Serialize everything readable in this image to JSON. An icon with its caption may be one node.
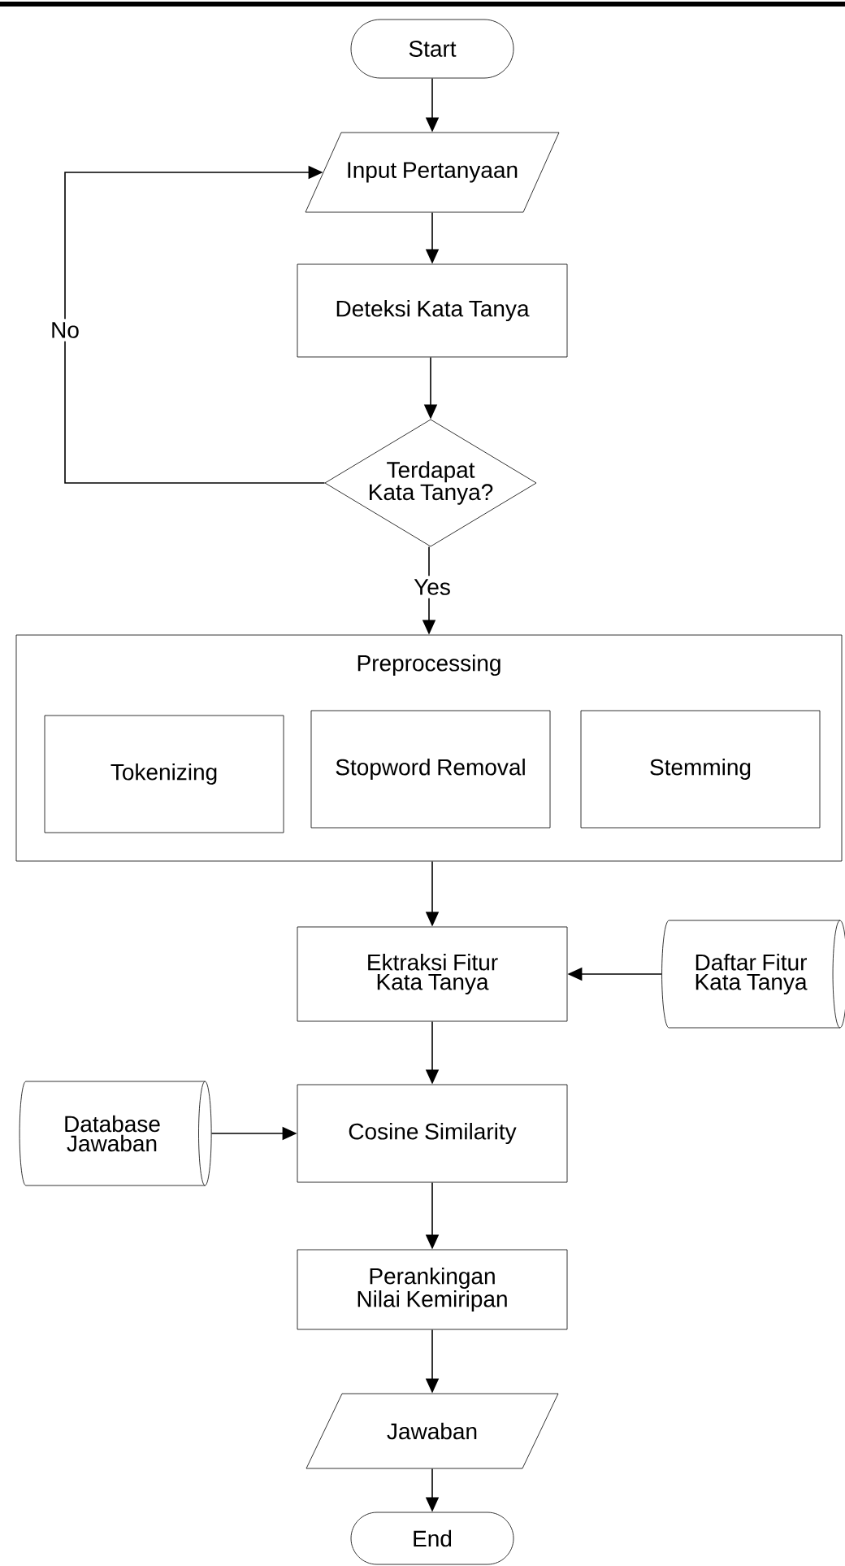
{
  "diagram": {
    "nodes": [
      {
        "text": [
          "Start"
        ]
      },
      {
        "text": [
          "Input Pertanyaan"
        ]
      },
      {
        "text": [
          "Deteksi Kata Tanya"
        ]
      },
      {
        "text": [
          "Terdapat Kata Tanya?"
        ]
      },
      {
        "text": [
          "Preprocessing"
        ]
      },
      {
        "text": [
          "Tokenizing"
        ],
        "in": 4
      },
      {
        "text": [
          "Stopword Removal"
        ],
        "in": 4
      },
      {
        "text": [
          "Stemming"
        ],
        "in": 4
      },
      {
        "text": [
          "Ektraksi Fitur Kata Tanya"
        ]
      },
      {
        "text": [
          "Daftar Fitur Kata Tanya"
        ]
      },
      {
        "text": [
          "Database Jawaban"
        ]
      },
      {
        "text": [
          "Cosine Similarity"
        ]
      },
      {
        "text": [
          "Perankingan Nilai Kemiripan"
        ]
      },
      {
        "text": [
          "Jawaban"
        ]
      },
      {
        "text": [
          "End"
        ]
      }
    ],
    "edges": [
      {
        "from": 0,
        "to": 1,
        "arrow": "to"
      },
      {
        "from": 1,
        "to": 2,
        "arrow": "to"
      },
      {
        "from": 2,
        "to": 3,
        "arrow": "to"
      },
      {
        "from": 3,
        "to": 1,
        "arrow": "to",
        "label": "No"
      },
      {
        "from": 3,
        "to": 4,
        "arrow": "to",
        "label": "Yes"
      },
      {
        "from": 4,
        "to": 8,
        "arrow": "to"
      },
      {
        "from": 9,
        "to": 8,
        "arrow": "to"
      },
      {
        "from": 8,
        "to": 11,
        "arrow": "to"
      },
      {
        "from": 10,
        "to": 11,
        "arrow": "to"
      },
      {
        "from": 11,
        "to": 12,
        "arrow": "to"
      },
      {
        "from": 12,
        "to": 13,
        "arrow": "to"
      },
      {
        "from": 13,
        "to": 14,
        "arrow": "to"
      }
    ]
  }
}
